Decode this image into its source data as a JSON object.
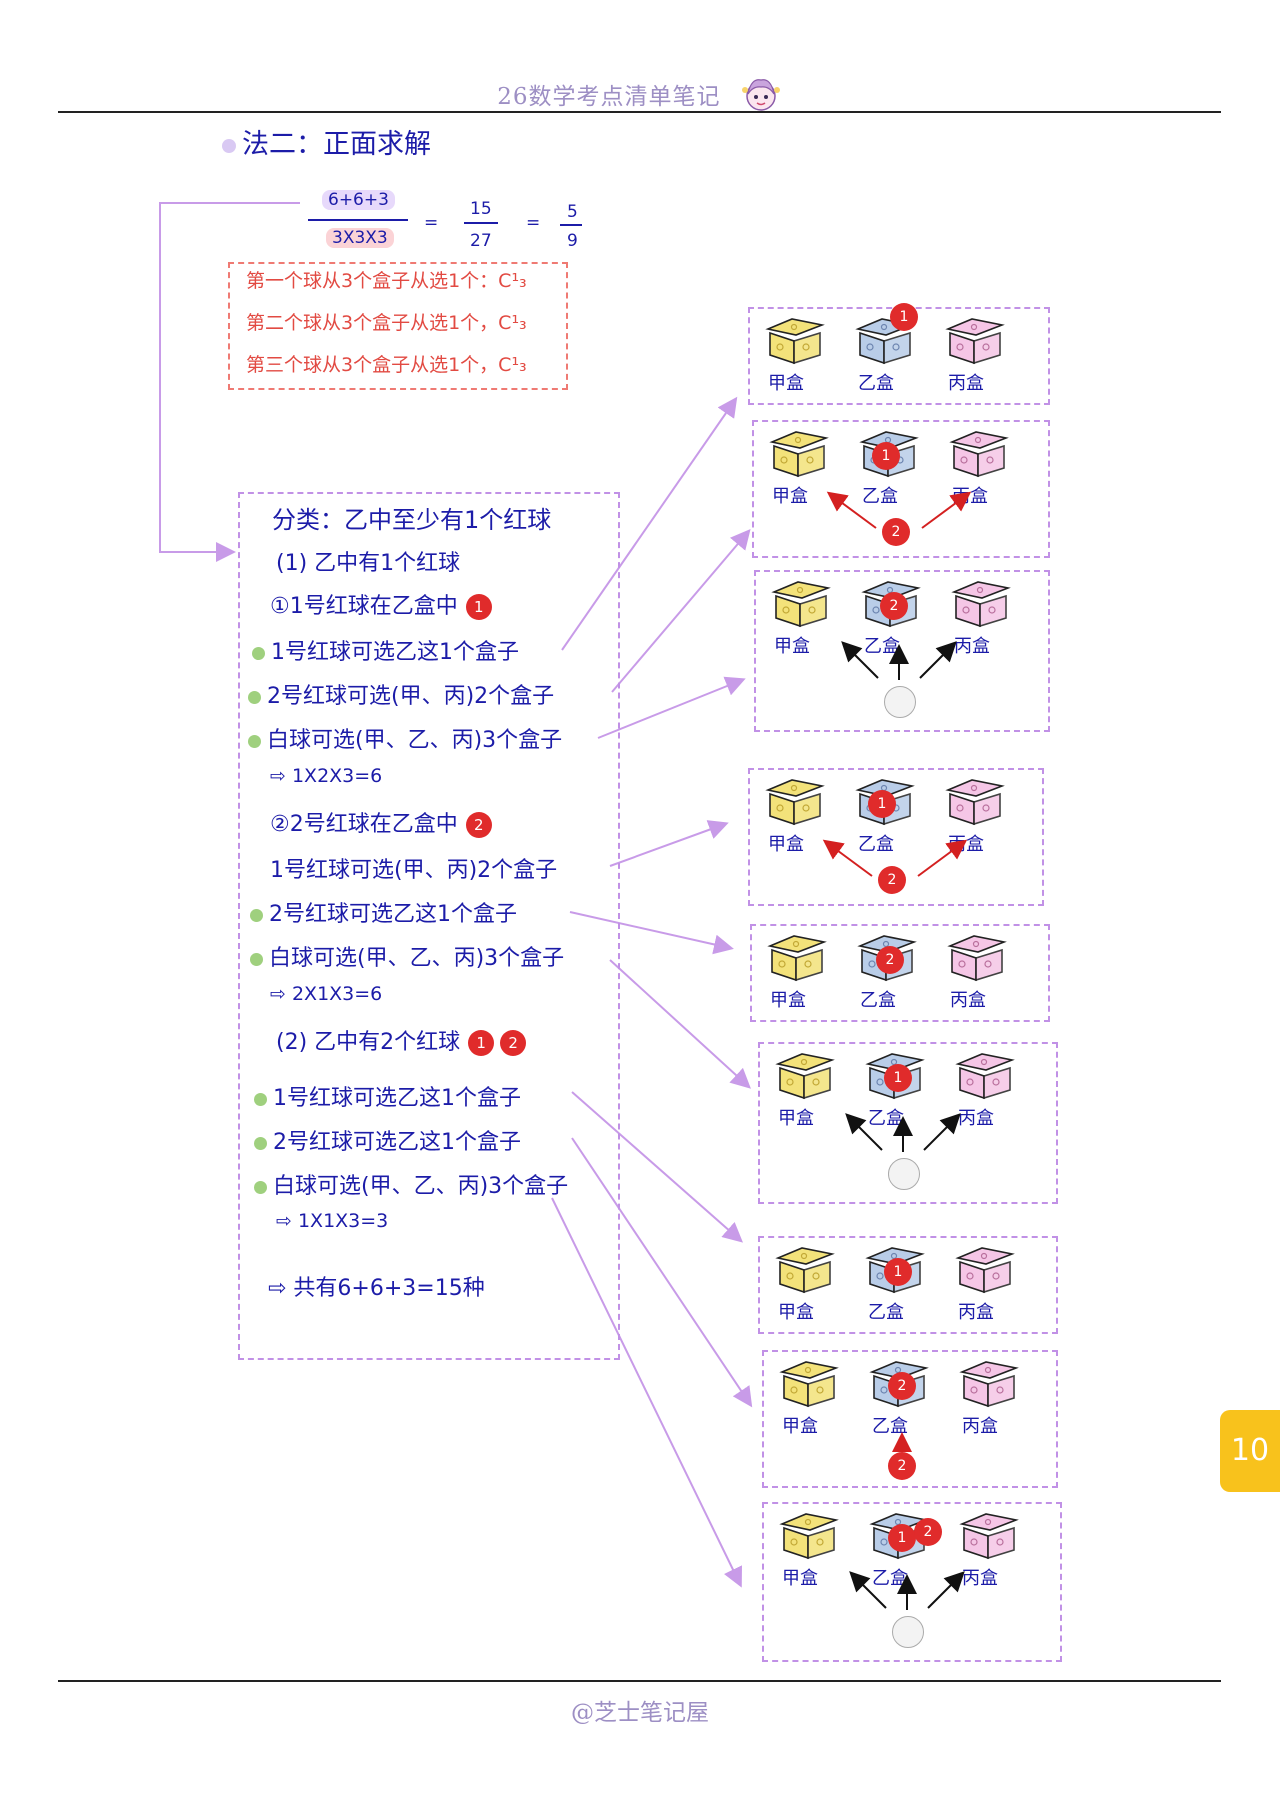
{
  "header": {
    "title": "26数学考点清单笔记"
  },
  "footer": {
    "credit": "@芝士笔记屋"
  },
  "page_number": "10",
  "section": {
    "title": "法二：正面求解"
  },
  "fraction": {
    "numerator": "6+6+3",
    "denominator": "3X3X3",
    "eq": "=",
    "frac2_num": "15",
    "frac2_den": "27",
    "frac3_num": "5",
    "frac3_den": "9"
  },
  "explanation": [
    "第一个球从3个盒子从选1个：C¹₃",
    "第二个球从3个盒子从选1个，C¹₃",
    "第三个球从3个盒子从选1个，C¹₃"
  ],
  "classification": {
    "heading": "分类：乙中至少有1个红球",
    "case1": "(1) 乙中有1个红球",
    "sub1": "①1号红球在乙盒中",
    "sub1_ball": "1",
    "sub1_lines": [
      "1号红球可选乙这1个盒子",
      "2号红球可选(甲、丙)2个盒子",
      "白球可选(甲、乙、丙)3个盒子"
    ],
    "sub1_result": "⇨ 1X2X3=6",
    "sub2": "②2号红球在乙盒中",
    "sub2_ball": "2",
    "sub2_lines": [
      "1号红球可选(甲、丙)2个盒子",
      "2号红球可选乙这1个盒子",
      "白球可选(甲、乙、丙)3个盒子"
    ],
    "sub2_result": "⇨ 2X1X3=6",
    "case2": "(2) 乙中有2个红球",
    "case2_ball1": "1",
    "case2_ball2": "2",
    "case2_lines": [
      "1号红球可选乙这1个盒子",
      "2号红球可选乙这1个盒子",
      "白球可选(甲、乙、丙)3个盒子"
    ],
    "case2_result": "⇨ 1X1X3=3",
    "total": "⇨ 共有6+6+3=15种"
  },
  "boxes": {
    "jia": "甲盒",
    "yi": "乙盒",
    "bing": "丙盒"
  },
  "panel_balls": [
    "1",
    "1",
    "2",
    "2",
    "1",
    "2",
    "2",
    "1",
    "1",
    "2",
    "1",
    "2"
  ],
  "colors": {
    "text": "#1c1ca8",
    "red": "#e02b2b",
    "purple_dash": "#c191e6",
    "red_dash": "#ef7a73",
    "tab": "#f8c21c",
    "box_yellow": "#f3e27a",
    "box_blue": "#b9cde8",
    "box_pink": "#f5c6e6"
  }
}
